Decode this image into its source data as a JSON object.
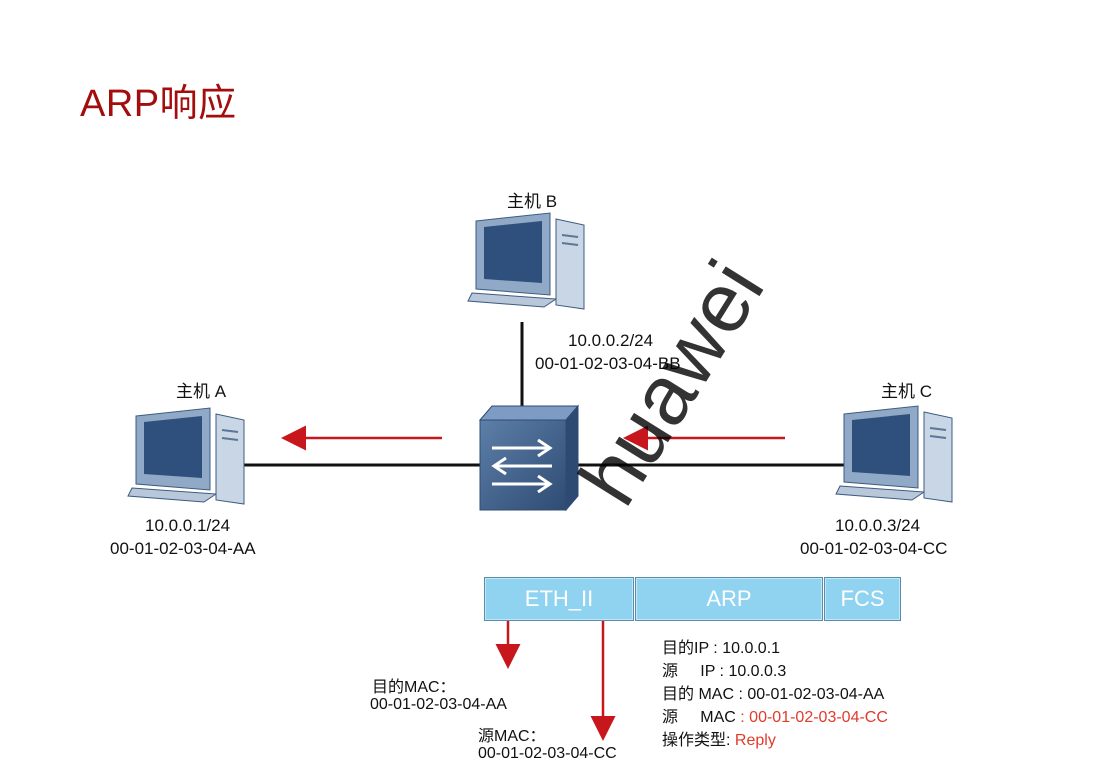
{
  "title": "ARP响应",
  "hosts": {
    "a": {
      "name": "主机 A",
      "ip": "10.0.0.1/24",
      "mac": "00-01-02-03-04-AA"
    },
    "b": {
      "name": "主机 B",
      "ip": "10.0.0.2/24",
      "mac": "00-01-02-03-04-BB"
    },
    "c": {
      "name": "主机 C",
      "ip": "10.0.0.3/24",
      "mac": "00-01-02-03-04-CC"
    }
  },
  "frame": {
    "fields": [
      "ETH_II",
      "ARP",
      "FCS"
    ],
    "dst_mac_label": "目的MAC：",
    "dst_mac_value": "00-01-02-03-04-AA",
    "src_mac_label": "源MAC：",
    "src_mac_value": "00-01-02-03-04-CC"
  },
  "arp": {
    "dst_ip_label": "目的IP",
    "dst_ip_value": "10.0.0.1",
    "src_ip_label": "源",
    "src_ip_tag": "IP",
    "src_ip_value": "10.0.0.3",
    "dst_mac_label": "目的 MAC",
    "dst_mac_value": "00-01-02-03-04-AA",
    "src_mac_label": "源",
    "src_mac_tag": "MAC",
    "src_mac_value": "00-01-02-03-04-CC",
    "op_label": "操作类型",
    "op_value": "Reply",
    "colon": ":"
  },
  "colors": {
    "title": "#a30d0d",
    "arrow": "#c8161d",
    "field": "#8fd3f0",
    "highlight": "#e23a2b"
  },
  "watermark": "huawei"
}
